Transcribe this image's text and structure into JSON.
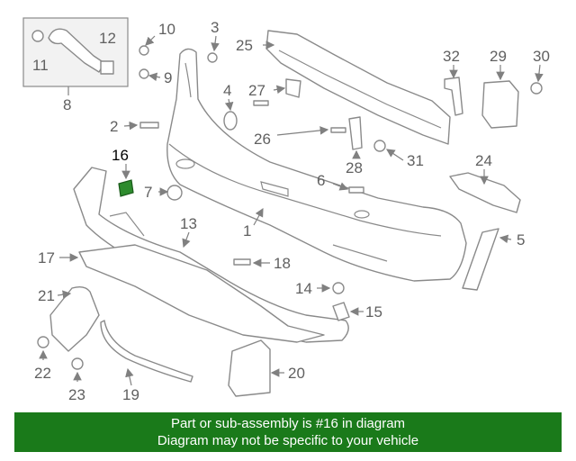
{
  "callouts": {
    "n1": "1",
    "n2": "2",
    "n3": "3",
    "n4": "4",
    "n5": "5",
    "n6": "6",
    "n7": "7",
    "n8": "8",
    "n9": "9",
    "n10": "10",
    "n11": "11",
    "n12": "12",
    "n13": "13",
    "n14": "14",
    "n15": "15",
    "n16": "16",
    "n17": "17",
    "n18": "18",
    "n19": "19",
    "n20": "20",
    "n21": "21",
    "n22": "22",
    "n23": "23",
    "n24": "24",
    "n25": "25",
    "n26": "26",
    "n27": "27",
    "n28": "28",
    "n29": "29",
    "n30": "30",
    "n31": "31",
    "n32": "32"
  },
  "highlighted_part": "16",
  "highlight_color": "#2e8b2e",
  "banner": {
    "line1": "Part or sub-assembly is #16 in diagram",
    "line2": "Diagram may not be specific to your vehicle",
    "background": "#1a7a1a"
  }
}
